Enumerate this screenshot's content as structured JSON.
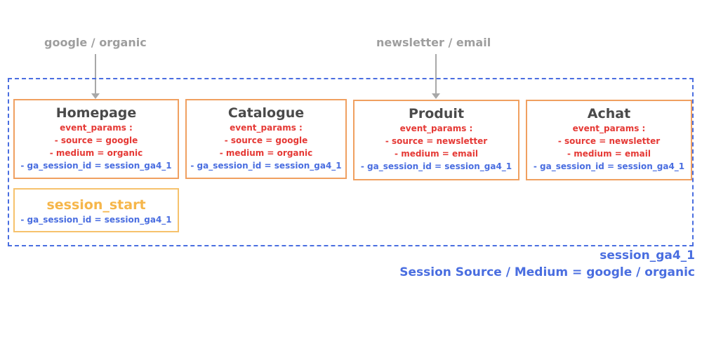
{
  "sources": {
    "first": "google / organic",
    "second": "newsletter / email"
  },
  "events": [
    {
      "title": "Homepage",
      "params_heading": "event_params :",
      "source_line": "- source = google",
      "medium_line": "- medium = organic",
      "session_line": "- ga_session_id = session_ga4_1"
    },
    {
      "title": "Catalogue",
      "params_heading": "event_params :",
      "source_line": "- source = google",
      "medium_line": "- medium = organic",
      "session_line": "- ga_session_id = session_ga4_1"
    },
    {
      "title": "Produit",
      "params_heading": "event_params :",
      "source_line": "- source = newsletter",
      "medium_line": "- medium = email",
      "session_line": "- ga_session_id = session_ga4_1"
    },
    {
      "title": "Achat",
      "params_heading": "event_params :",
      "source_line": "- source = newsletter",
      "medium_line": "- medium = email",
      "session_line": "- ga_session_id = session_ga4_1"
    }
  ],
  "session_start": {
    "title": "session_start",
    "session_line": "- ga_session_id = session_ga4_1"
  },
  "session": {
    "id": "session_ga4_1",
    "attribution": "Session Source / Medium = google / organic"
  },
  "colors": {
    "session_blue": "#4a6ee0",
    "event_border_orange": "#f0a060",
    "session_start_yellow": "#f6b64a",
    "param_red": "#e53935",
    "source_gray": "#9e9e9e"
  }
}
